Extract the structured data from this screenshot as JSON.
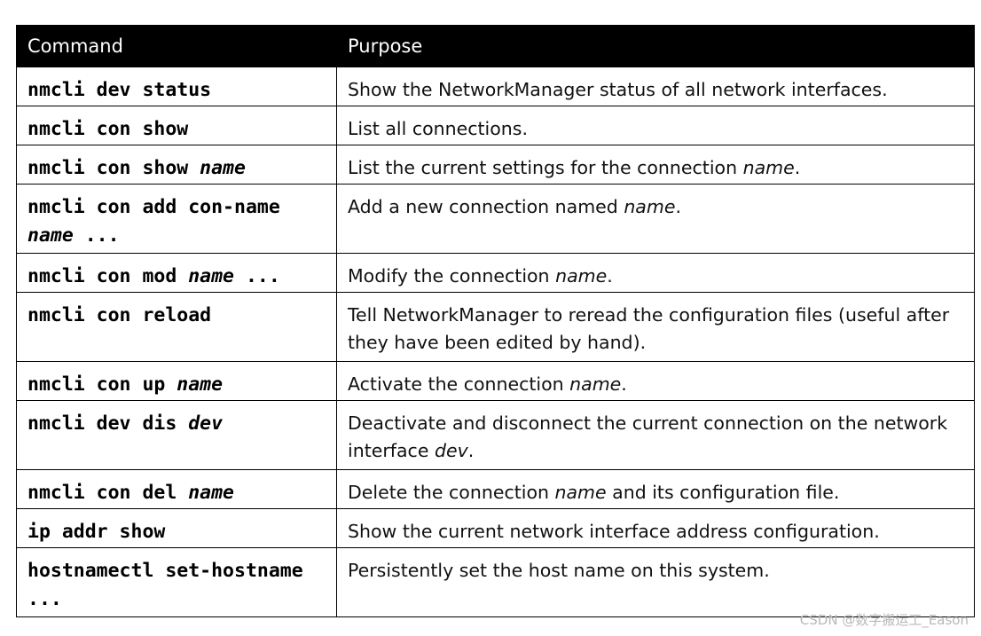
{
  "table": {
    "headers": [
      "Command",
      "Purpose"
    ],
    "rows": [
      {
        "cmd": [
          {
            "t": "nmcli dev status"
          }
        ],
        "desc": [
          {
            "t": "Show the NetworkManager status of all network interfaces."
          }
        ],
        "h": 44
      },
      {
        "cmd": [
          {
            "t": "nmcli con show"
          }
        ],
        "desc": [
          {
            "t": "List all connections."
          }
        ],
        "h": 44
      },
      {
        "cmd": [
          {
            "t": "nmcli con show "
          },
          {
            "t": "name",
            "i": true
          }
        ],
        "desc": [
          {
            "t": "List the current settings for the connection "
          },
          {
            "t": "name",
            "i": true
          },
          {
            "t": "."
          }
        ],
        "h": 44
      },
      {
        "cmd": [
          {
            "t": "nmcli con add con-name "
          },
          {
            "t": "name",
            "i": true
          },
          {
            "t": " ..."
          }
        ],
        "desc": [
          {
            "t": "Add a new connection named "
          },
          {
            "t": "name",
            "i": true
          },
          {
            "t": "."
          }
        ],
        "h": 78
      },
      {
        "cmd": [
          {
            "t": "nmcli con mod "
          },
          {
            "t": "name",
            "i": true
          },
          {
            "t": " ..."
          }
        ],
        "desc": [
          {
            "t": "Modify the connection "
          },
          {
            "t": "name",
            "i": true
          },
          {
            "t": "."
          }
        ],
        "h": 44
      },
      {
        "cmd": [
          {
            "t": "nmcli con reload"
          }
        ],
        "desc": [
          {
            "t": "Tell NetworkManager to reread the configuration files (useful after they have been edited by hand)."
          }
        ],
        "h": 78
      },
      {
        "cmd": [
          {
            "t": "nmcli con up "
          },
          {
            "t": "name",
            "i": true
          }
        ],
        "desc": [
          {
            "t": "Activate the connection "
          },
          {
            "t": "name",
            "i": true
          },
          {
            "t": "."
          }
        ],
        "h": 44
      },
      {
        "cmd": [
          {
            "t": "nmcli dev dis "
          },
          {
            "t": "dev",
            "i": true
          }
        ],
        "desc": [
          {
            "t": "Deactivate and disconnect the current connection on the network interface "
          },
          {
            "t": "dev",
            "i": true
          },
          {
            "t": "."
          }
        ],
        "h": 78
      },
      {
        "cmd": [
          {
            "t": "nmcli con del "
          },
          {
            "t": "name",
            "i": true
          }
        ],
        "desc": [
          {
            "t": "Delete the connection "
          },
          {
            "t": "name",
            "i": true
          },
          {
            "t": " and its configuration file."
          }
        ],
        "h": 44
      },
      {
        "cmd": [
          {
            "t": "ip addr show"
          }
        ],
        "desc": [
          {
            "t": "Show the current network interface address configuration."
          }
        ],
        "h": 44
      },
      {
        "cmd": [
          {
            "t": "hostnamectl set-hostname ..."
          }
        ],
        "desc": [
          {
            "t": "Persistently set the host name on this system."
          }
        ],
        "h": 78
      }
    ]
  },
  "watermark": "CSDN @数字搬运工_Eason"
}
